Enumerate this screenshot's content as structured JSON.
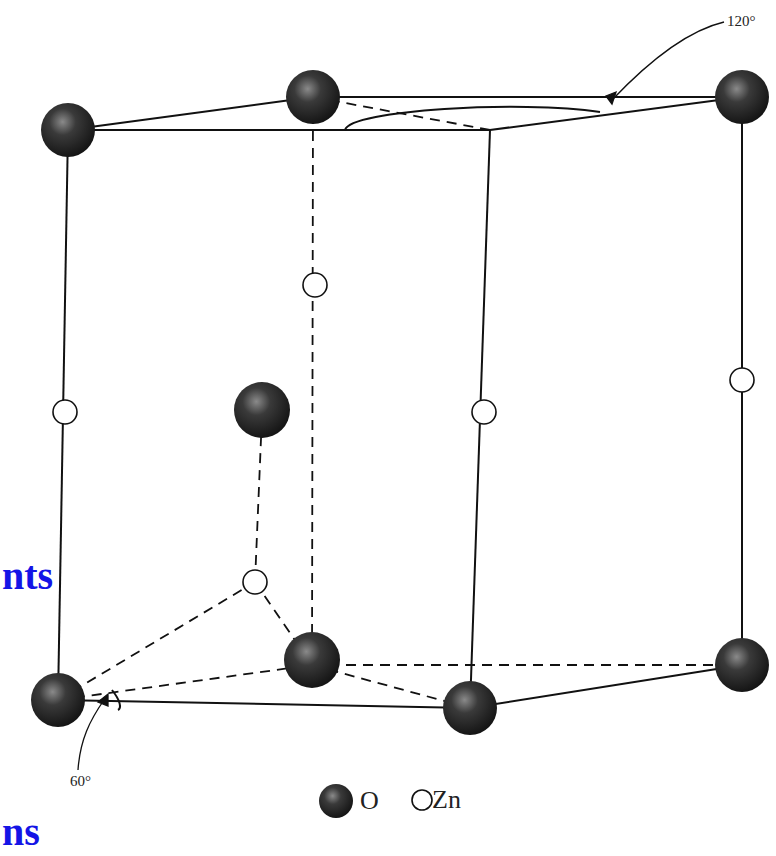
{
  "diagram": {
    "labels": [
      "120°",
      "60°",
      "nts",
      "ns"
    ],
    "legend": [
      {
        "text": "O"
      },
      {
        "text": "Zn"
      }
    ]
  }
}
